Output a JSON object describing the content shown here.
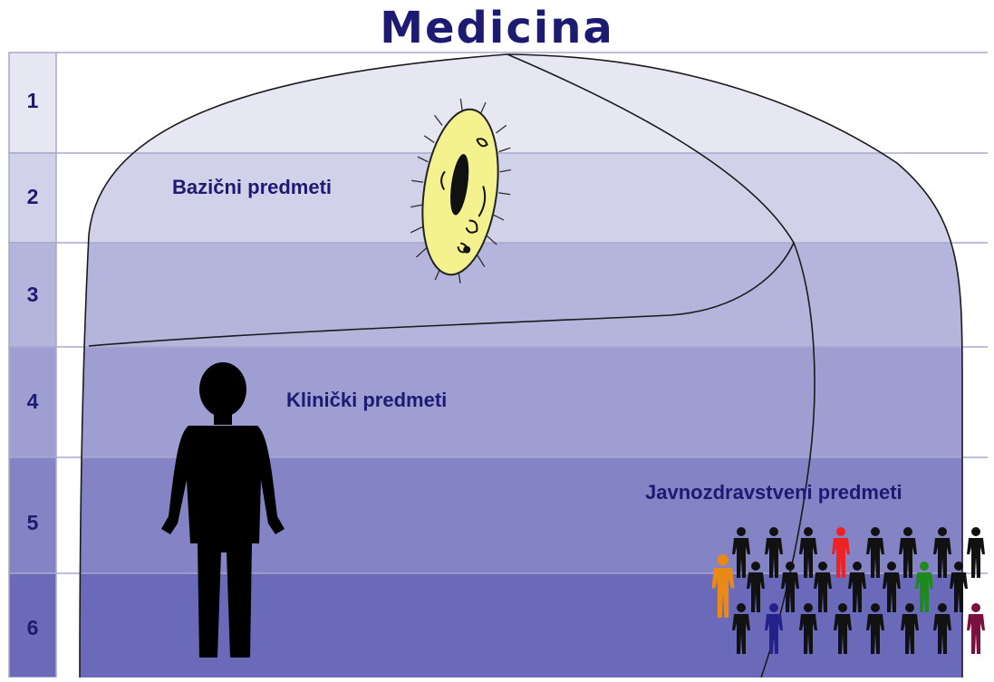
{
  "title": "Medicina",
  "years": [
    "1",
    "2",
    "3",
    "4",
    "5",
    "6"
  ],
  "labels": {
    "basic": "Bazični predmeti",
    "clinical": "Klinički predmeti",
    "public_health": "Javnozdravstveni predmeti"
  },
  "colors": {
    "row_shades": [
      "#e7e7f3",
      "#d1d1e9",
      "#b4b4dc",
      "#9e9ed2",
      "#8383c5",
      "#6a69ba"
    ],
    "lines": "#a8a8cc",
    "text": "#1d1a72",
    "crowd_default": "#111111",
    "crowd_accents": [
      "#e98a18",
      "#ee2222",
      "#1e8a1e",
      "#24228a",
      "#7a1040"
    ]
  },
  "icons": [
    "paramecium-icon",
    "human-silhouette-icon",
    "crowd-icon"
  ]
}
